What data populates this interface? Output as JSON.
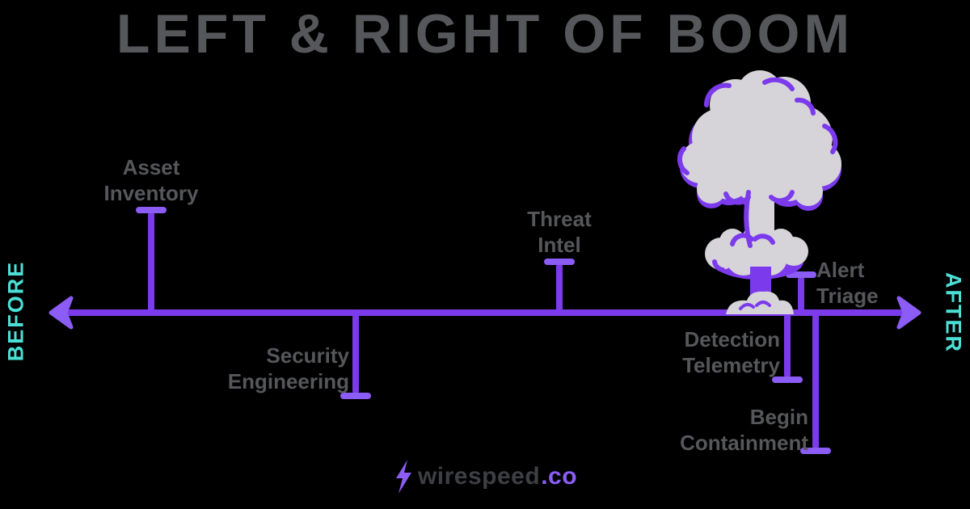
{
  "title": "LEFT & RIGHT OF BOOM",
  "timeline": {
    "left_label": "BEFORE",
    "right_label": "AFTER"
  },
  "events": [
    {
      "label": "Asset Inventory",
      "side": "before",
      "placement": "above-line"
    },
    {
      "label": "Security Engineering",
      "side": "before",
      "placement": "below-line"
    },
    {
      "label": "Threat Intel",
      "side": "before",
      "placement": "above-line"
    },
    {
      "label": "Detection Telemetry",
      "side": "after",
      "placement": "below-line"
    },
    {
      "label": "Alert Triage",
      "side": "after",
      "placement": "above-line"
    },
    {
      "label": "Begin Containment",
      "side": "after",
      "placement": "below-line"
    }
  ],
  "boom": {
    "icon": "mushroom-cloud-icon"
  },
  "footer": {
    "brand": "wirespeed",
    "tld": ".co",
    "icon": "lightning-bolt-icon"
  },
  "colors": {
    "purple": "#7C3AED",
    "purple_light": "#8C5CF6",
    "teal": "#4BDFD5",
    "text_gray": "#56575A",
    "cloud_gray": "#D6D4D9",
    "brand_gray": "#3E3F44",
    "background": "#000000"
  }
}
